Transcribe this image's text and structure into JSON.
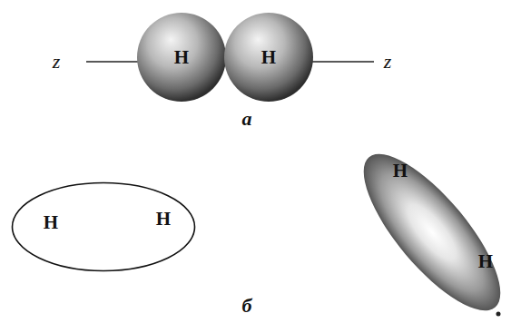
{
  "diagram": {
    "nodes": [
      {
        "text": [
          "H"
        ]
      },
      {
        "text": [
          "H"
        ]
      },
      {
        "text": [
          "H",
          "H"
        ]
      },
      {
        "text": [
          "H",
          "H"
        ]
      }
    ],
    "labels": [
      "z",
      "z",
      "а",
      "б"
    ]
  }
}
